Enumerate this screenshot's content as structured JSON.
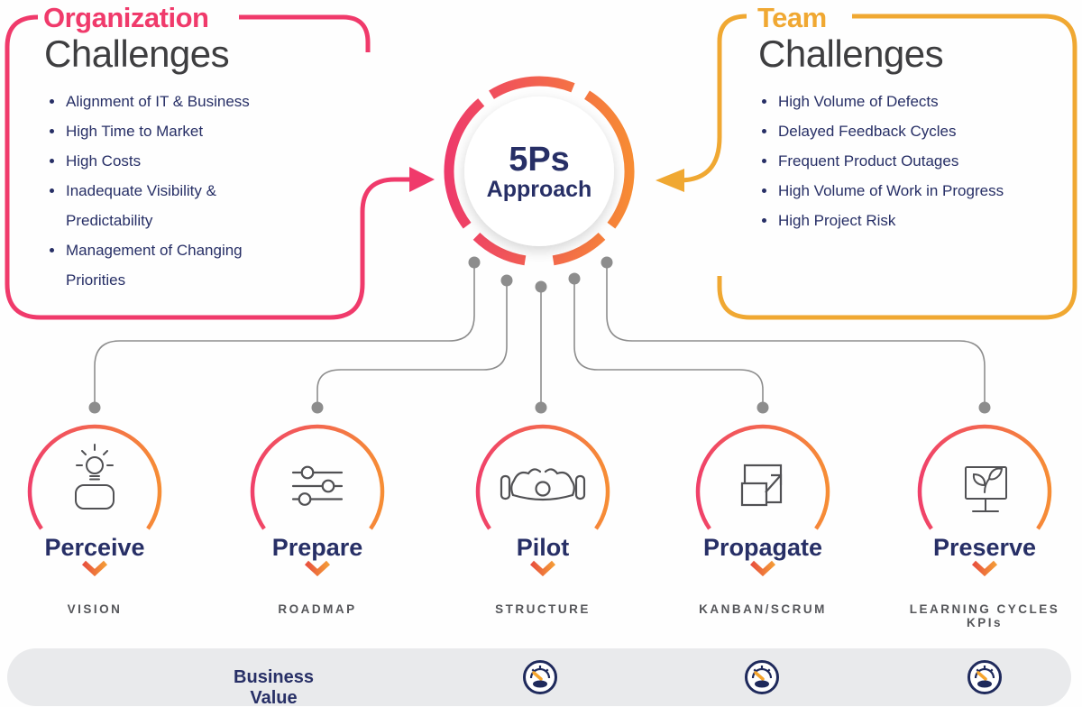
{
  "colors": {
    "pink": "#F03A6B",
    "amber": "#F0A832",
    "orange": "#F68D35",
    "navy": "#272F66",
    "heading_gray": "#3E3E40",
    "connector_gray": "#8D8D8D",
    "sublabel_gray": "#55565A",
    "icon_gray": "#515154",
    "pill_bg": "#E9EAEC",
    "gauge_navy": "#1F2A5C",
    "gauge_needle": "#F5A42C"
  },
  "org_box": {
    "title": "Organization",
    "subtitle": "Challenges",
    "items": [
      "Alignment of IT & Business",
      "High Time to Market",
      "High Costs",
      "Inadequate Visibility & Predictability",
      "Management of Changing Priorities"
    ]
  },
  "team_box": {
    "title": "Team",
    "subtitle": "Challenges",
    "items": [
      "High Volume of Defects",
      "Delayed Feedback Cycles",
      "Frequent Product Outages",
      "High Volume of Work in Progress",
      "High Project Risk"
    ]
  },
  "center": {
    "line1": "5Ps",
    "line2": "Approach"
  },
  "phases": [
    {
      "label": "Perceive",
      "sublabel": "VISION",
      "sublabel2": "",
      "icon": "idea-person-icon"
    },
    {
      "label": "Prepare",
      "sublabel": "ROADMAP",
      "sublabel2": "",
      "icon": "sliders-icon"
    },
    {
      "label": "Pilot",
      "sublabel": "STRUCTURE",
      "sublabel2": "",
      "icon": "steering-yoke-icon"
    },
    {
      "label": "Propagate",
      "sublabel": "KANBAN/SCRUM",
      "sublabel2": "",
      "icon": "expand-icon"
    },
    {
      "label": "Preserve",
      "sublabel": "LEARNING CYCLES",
      "sublabel2": "KPIs",
      "icon": "monitor-plant-icon"
    }
  ],
  "footer": {
    "label": "Business Value",
    "gauge_icon": "gauge-icon"
  }
}
